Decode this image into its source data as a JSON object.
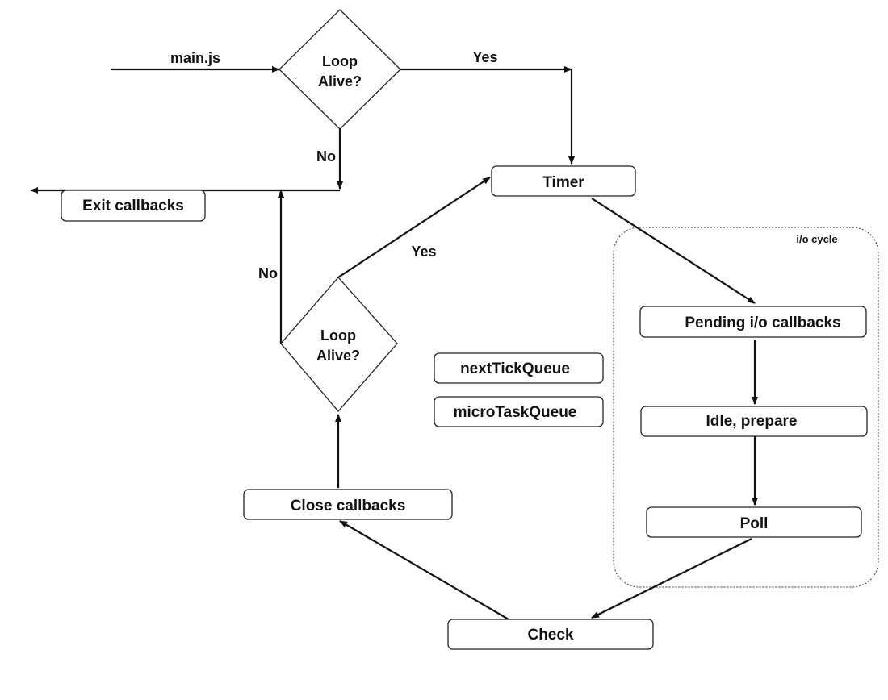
{
  "entry": {
    "label": "main.js"
  },
  "decisions": {
    "top": {
      "line1": "Loop",
      "line2": "Alive?"
    },
    "bottom": {
      "line1": "Loop",
      "line2": "Alive?"
    }
  },
  "nodes": {
    "exit": "Exit callbacks",
    "timer": "Timer",
    "pending": "Pending i/o callbacks",
    "idle": "Idle, prepare",
    "poll": "Poll",
    "check": "Check",
    "close": "Close callbacks",
    "next_tick": "nextTickQueue",
    "micro_task": "microTaskQueue"
  },
  "edge_labels": {
    "top_yes": "Yes",
    "top_no": "No",
    "bottom_yes": "Yes",
    "bottom_no": "No"
  },
  "group": {
    "label": "i/o cycle"
  }
}
